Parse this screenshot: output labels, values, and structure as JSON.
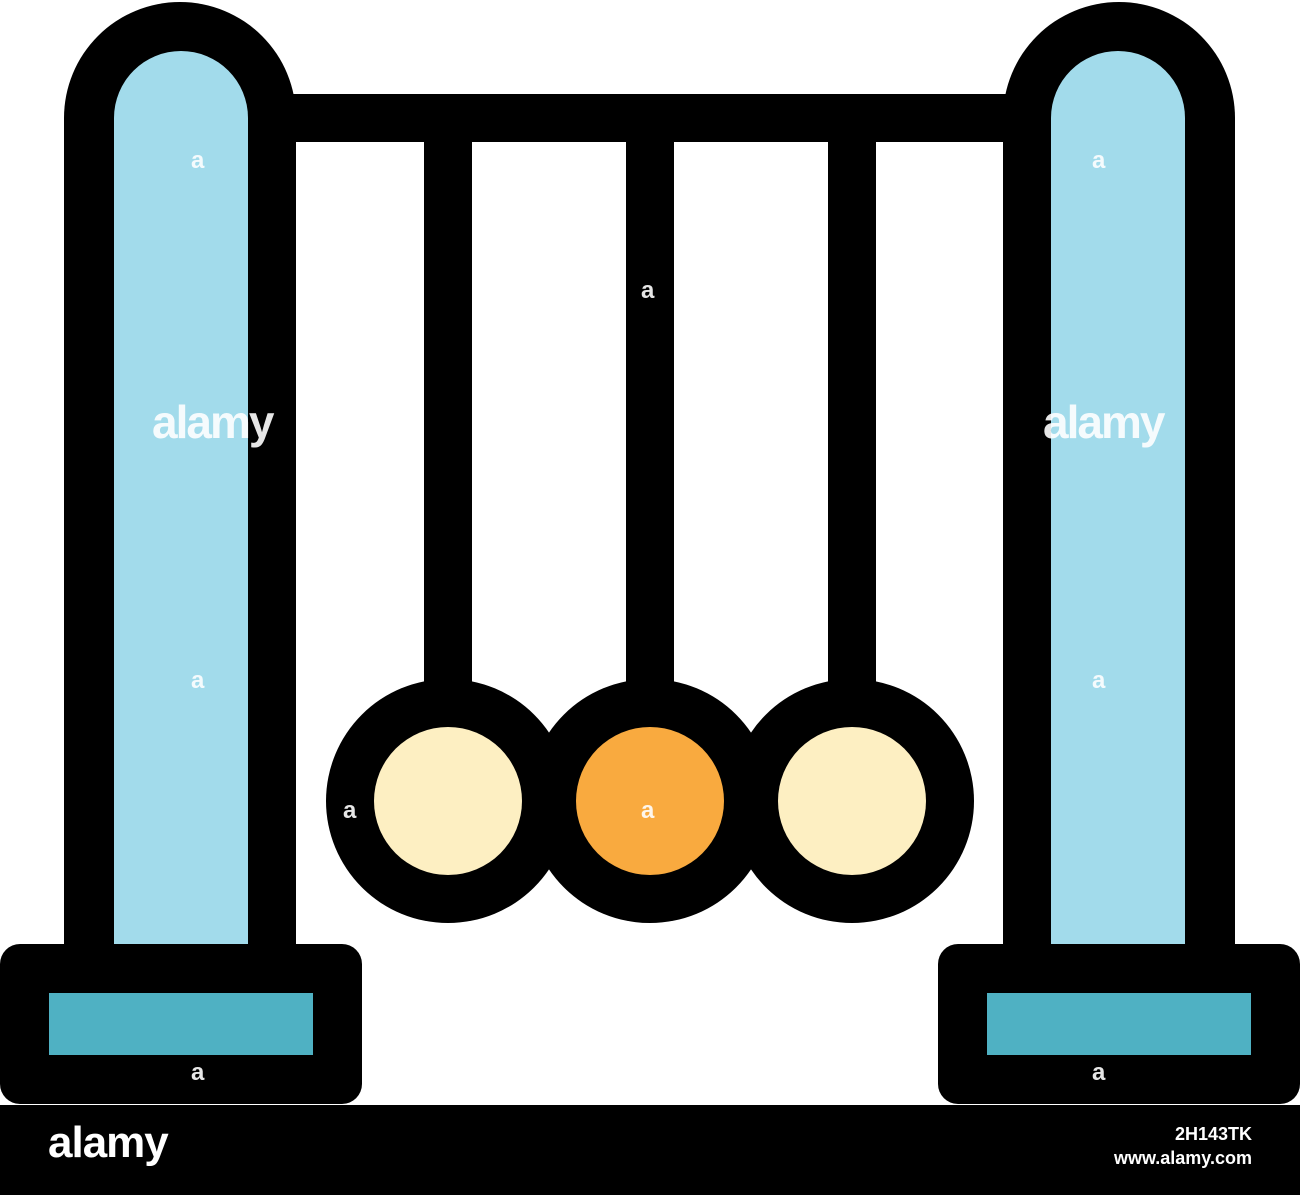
{
  "colors": {
    "outline": "#000000",
    "pillar_fill": "#a2dbeb",
    "base_fill": "#4fb1c3",
    "ball_light_fill": "#fdefc2",
    "ball_center_fill": "#f9aa3f",
    "watermark": "#ffffff",
    "footer_background": "#000000",
    "footer_text": "#ffffff"
  },
  "icon": {
    "name": "newtons-cradle-icon",
    "ball_count": 3,
    "highlighted_ball_index": 1
  },
  "watermark": {
    "text_large": "alamy",
    "text_small": "a"
  },
  "footer": {
    "logo_text": "alamy",
    "image_id": "2H143TK",
    "site": "www.alamy.com"
  }
}
